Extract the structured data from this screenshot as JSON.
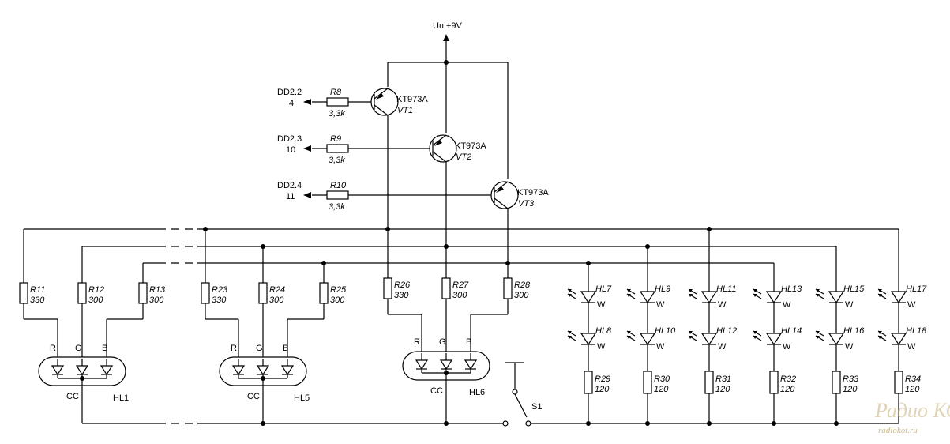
{
  "supply": "Uп +9V",
  "inputs": [
    {
      "source": "DD2.2",
      "pin": "4",
      "resistor": "R8",
      "value": "3,3k",
      "transistor": "KT973A",
      "ref": "VT1"
    },
    {
      "source": "DD2.3",
      "pin": "10",
      "resistor": "R9",
      "value": "3,3k",
      "transistor": "KT973A",
      "ref": "VT2"
    },
    {
      "source": "DD2.4",
      "pin": "11",
      "resistor": "R10",
      "value": "3,3k",
      "transistor": "KT973A",
      "ref": "VT3"
    }
  ],
  "rgb_leds": [
    {
      "ref": "HL1",
      "common": "CC",
      "pins": [
        "R",
        "G",
        "B"
      ],
      "resistors": [
        {
          "ref": "R11",
          "value": "330"
        },
        {
          "ref": "R12",
          "value": "300"
        },
        {
          "ref": "R13",
          "value": "300"
        }
      ]
    },
    {
      "ref": "HL5",
      "common": "CC",
      "pins": [
        "R",
        "G",
        "B"
      ],
      "resistors": [
        {
          "ref": "R23",
          "value": "330"
        },
        {
          "ref": "R24",
          "value": "300"
        },
        {
          "ref": "R25",
          "value": "300"
        }
      ]
    },
    {
      "ref": "HL6",
      "common": "CC",
      "pins": [
        "R",
        "G",
        "B"
      ],
      "resistors": [
        {
          "ref": "R26",
          "value": "330"
        },
        {
          "ref": "R27",
          "value": "300"
        },
        {
          "ref": "R28",
          "value": "300"
        }
      ]
    }
  ],
  "white_strings": [
    {
      "top": "HL7",
      "bottom": "HL8",
      "color": "W",
      "resistor": "R29",
      "value": "120"
    },
    {
      "top": "HL9",
      "bottom": "HL10",
      "color": "W",
      "resistor": "R30",
      "value": "120"
    },
    {
      "top": "HL11",
      "bottom": "HL12",
      "color": "W",
      "resistor": "R31",
      "value": "120"
    },
    {
      "top": "HL13",
      "bottom": "HL14",
      "color": "W",
      "resistor": "R32",
      "value": "120"
    },
    {
      "top": "HL15",
      "bottom": "HL16",
      "color": "W",
      "resistor": "R33",
      "value": "120"
    },
    {
      "top": "HL17",
      "bottom": "HL18",
      "color": "W",
      "resistor": "R34",
      "value": "120"
    }
  ],
  "switch": "S1",
  "watermark": {
    "logo": "Радио КОТ",
    "url": "radiokot.ru"
  }
}
